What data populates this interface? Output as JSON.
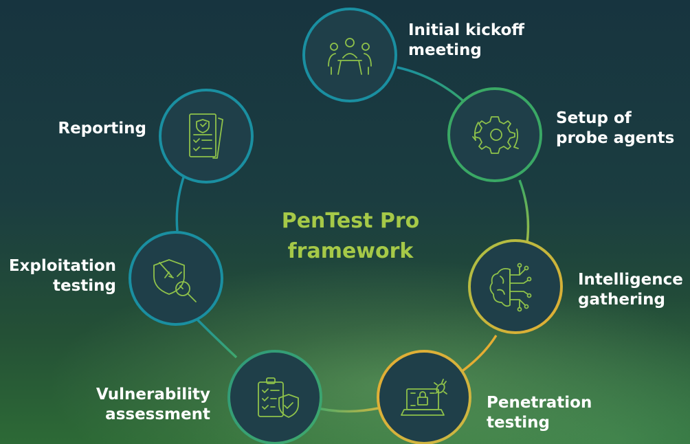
{
  "title": {
    "line1": "PenTest Pro",
    "line2": "framework"
  },
  "steps": [
    {
      "line1": "Initial kickoff",
      "line2": "meeting",
      "icon": "team-meeting-icon",
      "color": "#1a8fa1"
    },
    {
      "line1": "Setup of",
      "line2": "probe agents",
      "icon": "gear-icon",
      "color": "#3aa865"
    },
    {
      "line1": "Intelligence",
      "line2": "gathering",
      "icon": "brain-circuit-icon",
      "color": "#e5ad33"
    },
    {
      "line1": "Penetration",
      "line2": "testing",
      "icon": "laptop-lock-icon",
      "color": "#e5ad33"
    },
    {
      "line1": "Vulnerability",
      "line2": "assessment",
      "icon": "clipboard-shield-icon",
      "color": "#3fa86d"
    },
    {
      "line1": "Exploitation",
      "line2": "testing",
      "icon": "shield-search-icon",
      "color": "#1a8fa1"
    },
    {
      "line1": "Reporting",
      "line2": "",
      "icon": "report-document-icon",
      "color": "#1a8fa1"
    }
  ],
  "colors": {
    "title": "#a6c948",
    "icon_stroke": "#8fc24a",
    "node_fill": "#1f3f49"
  }
}
